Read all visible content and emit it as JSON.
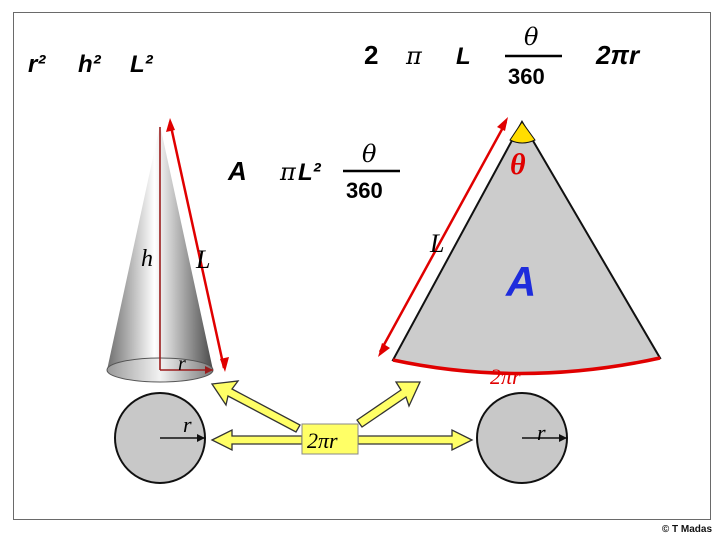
{
  "equations": {
    "pythagoras": {
      "r2": "r²",
      "box1": "",
      "h2": "h²",
      "box2": "",
      "l2": "L²"
    },
    "arc_length": {
      "two": "2",
      "box1": "",
      "pi": "π",
      "box2": "",
      "L": "L",
      "box3": "",
      "theta": "θ",
      "denominator": "360",
      "box4": "",
      "rhs": "2πr"
    },
    "sector_area": {
      "A": "A",
      "box1": "",
      "pi": "π",
      "L2": "L²",
      "box2": "",
      "theta": "θ",
      "denominator": "360"
    }
  },
  "cone_labels": {
    "height": "h",
    "slant": "L",
    "radius": "r"
  },
  "sector_labels": {
    "angle": "θ",
    "slant": "L",
    "area": "A",
    "arc": "2πr"
  },
  "base_circles": {
    "left_radius": "r",
    "right_radius": "r"
  },
  "center_box": {
    "label": "2πr"
  },
  "colors": {
    "arrow_fill": "#ffff66",
    "arrow_stroke": "#333333",
    "red": "#e00000",
    "sector_fill": "#cccccc",
    "angle_fill": "#ffdd00",
    "area_label": "#1e2cdc"
  },
  "copyright": "© T Madas"
}
